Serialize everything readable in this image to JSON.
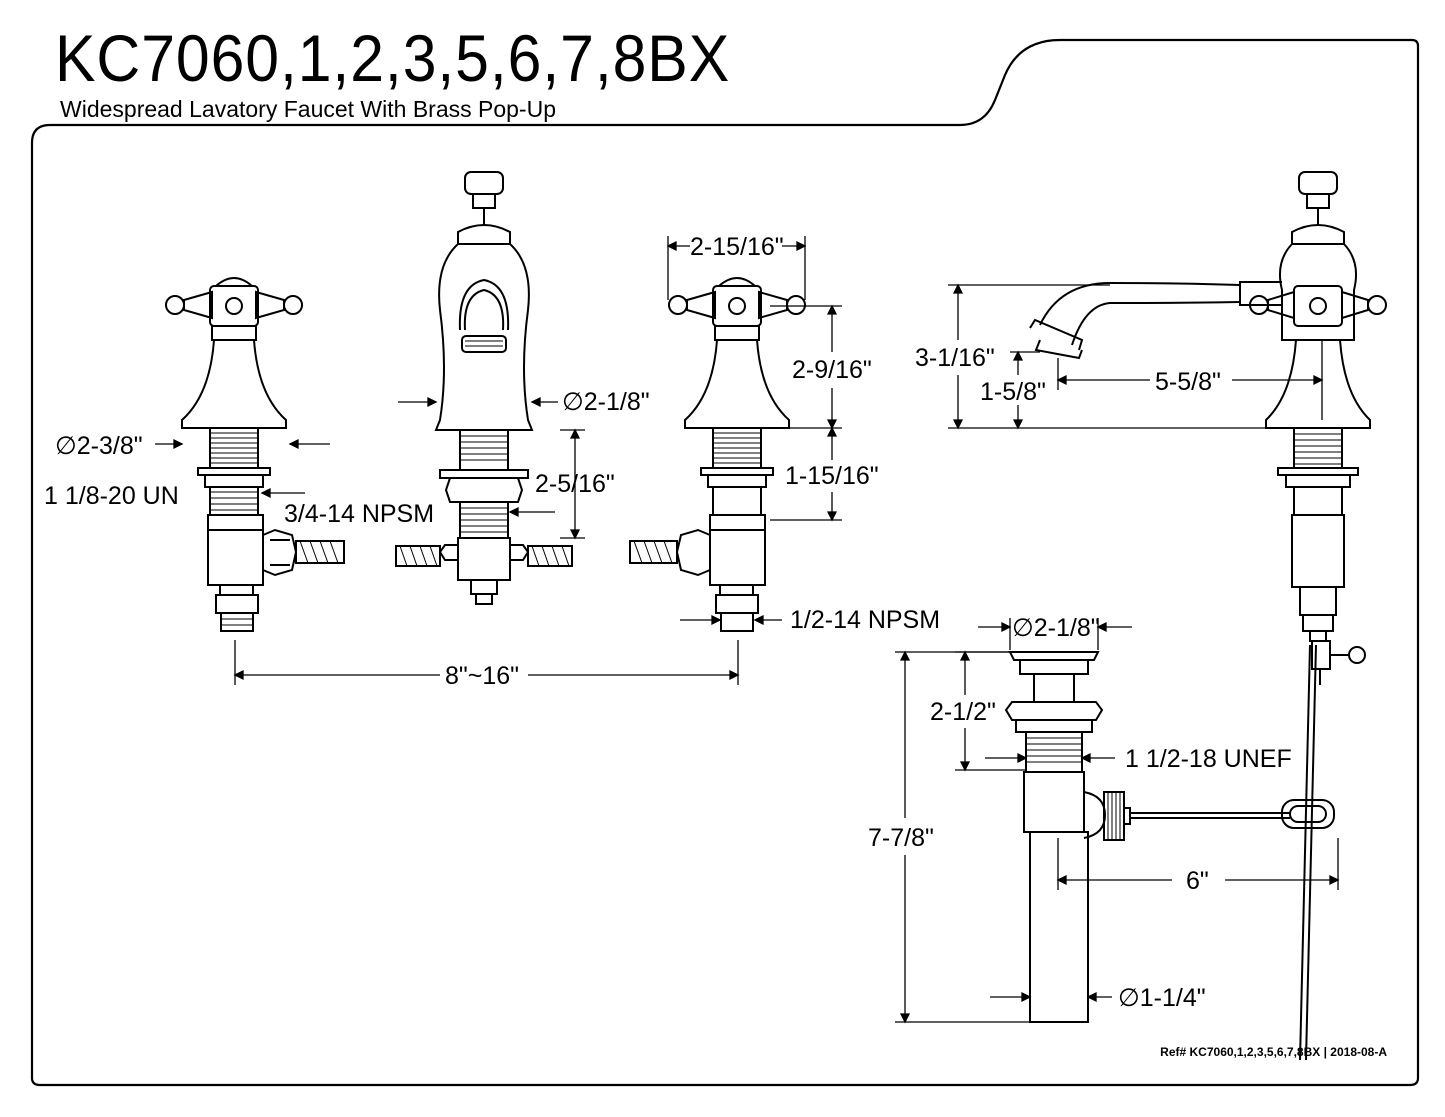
{
  "header": {
    "title": "KC7060,1,2,3,5,6,7,8BX",
    "subtitle": "Widespread Lavatory Faucet With Brass Pop-Up"
  },
  "dimensions": {
    "handle_dia": "∅2-3/8\"",
    "thread_un": "1 1/8-20 UN",
    "npsm_34": "3/4-14 NPSM",
    "spout_dia": "∅2-1/8\"",
    "spout_shank": "2-5/16\"",
    "handle_width": "2-15/16\"",
    "handle_height": "2-9/16\"",
    "shank_length": "1-15/16\"",
    "npsm_12": "1/2-14 NPSM",
    "spread": "8\"~16\"",
    "spout_height": "3-1/16\"",
    "spout_clearance": "1-5/8\"",
    "spout_reach": "5-5/8\"",
    "drain_flange_dia": "∅2-1/8\"",
    "drain_flange_height": "2-1/2\"",
    "drain_thread": "1 1/2-18 UNEF",
    "drain_length": "7-7/8\"",
    "rod_length": "6\"",
    "tail_dia": "∅1-1/4\""
  },
  "footer": {
    "reference": "Ref# KC7060,1,2,3,5,6,7,8BX | 2018-08-A"
  }
}
